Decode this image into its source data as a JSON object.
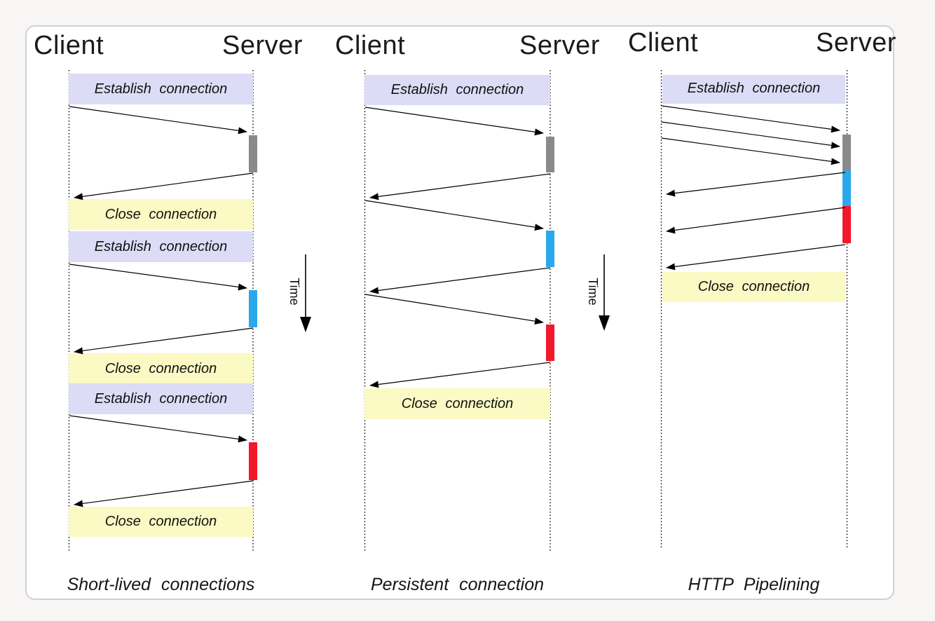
{
  "labels": {
    "client": "Client",
    "server": "Server",
    "establish": "Establish connection",
    "close": "Close connection",
    "time": "Time"
  },
  "panels": [
    {
      "caption": "Short-lived connections"
    },
    {
      "caption": "Persistent connection"
    },
    {
      "caption": "HTTP Pipelining"
    }
  ],
  "colors": {
    "page_bg": "#f8f5f5",
    "card_bg": "#ffffff",
    "card_border": "#cfcfd9",
    "establish_band": "#dcdcf6",
    "close_band": "#fbf9c4",
    "bar_gray": "#8a8a8a",
    "bar_blue": "#29a9ec",
    "bar_red": "#f2182b",
    "stroke": "#000000"
  }
}
